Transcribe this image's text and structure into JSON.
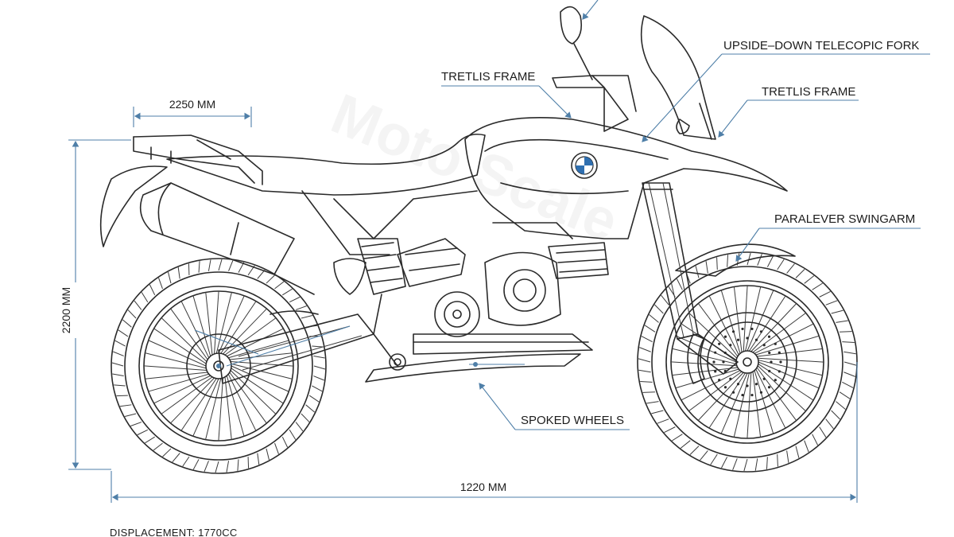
{
  "callouts": {
    "trellis_frame_left": "TRETLIS FRAME",
    "fork": "UPSIDE–DOWN TELECOPIC FORK",
    "trellis_frame_right": "TRETLIS FRAME",
    "swingarm": "PARALEVER SWINGARM",
    "wheels": "SPOKED WHEELS"
  },
  "dimensions": {
    "top_length": "2250 MM",
    "height": "2200 MM",
    "bottom_length": "1220 MM"
  },
  "specs": {
    "displacement": "DISPLACEMENT: 1770CC"
  },
  "colors": {
    "annotation": "#4f7fa8",
    "linework": "#2a2a2a",
    "background": "#ffffff"
  }
}
